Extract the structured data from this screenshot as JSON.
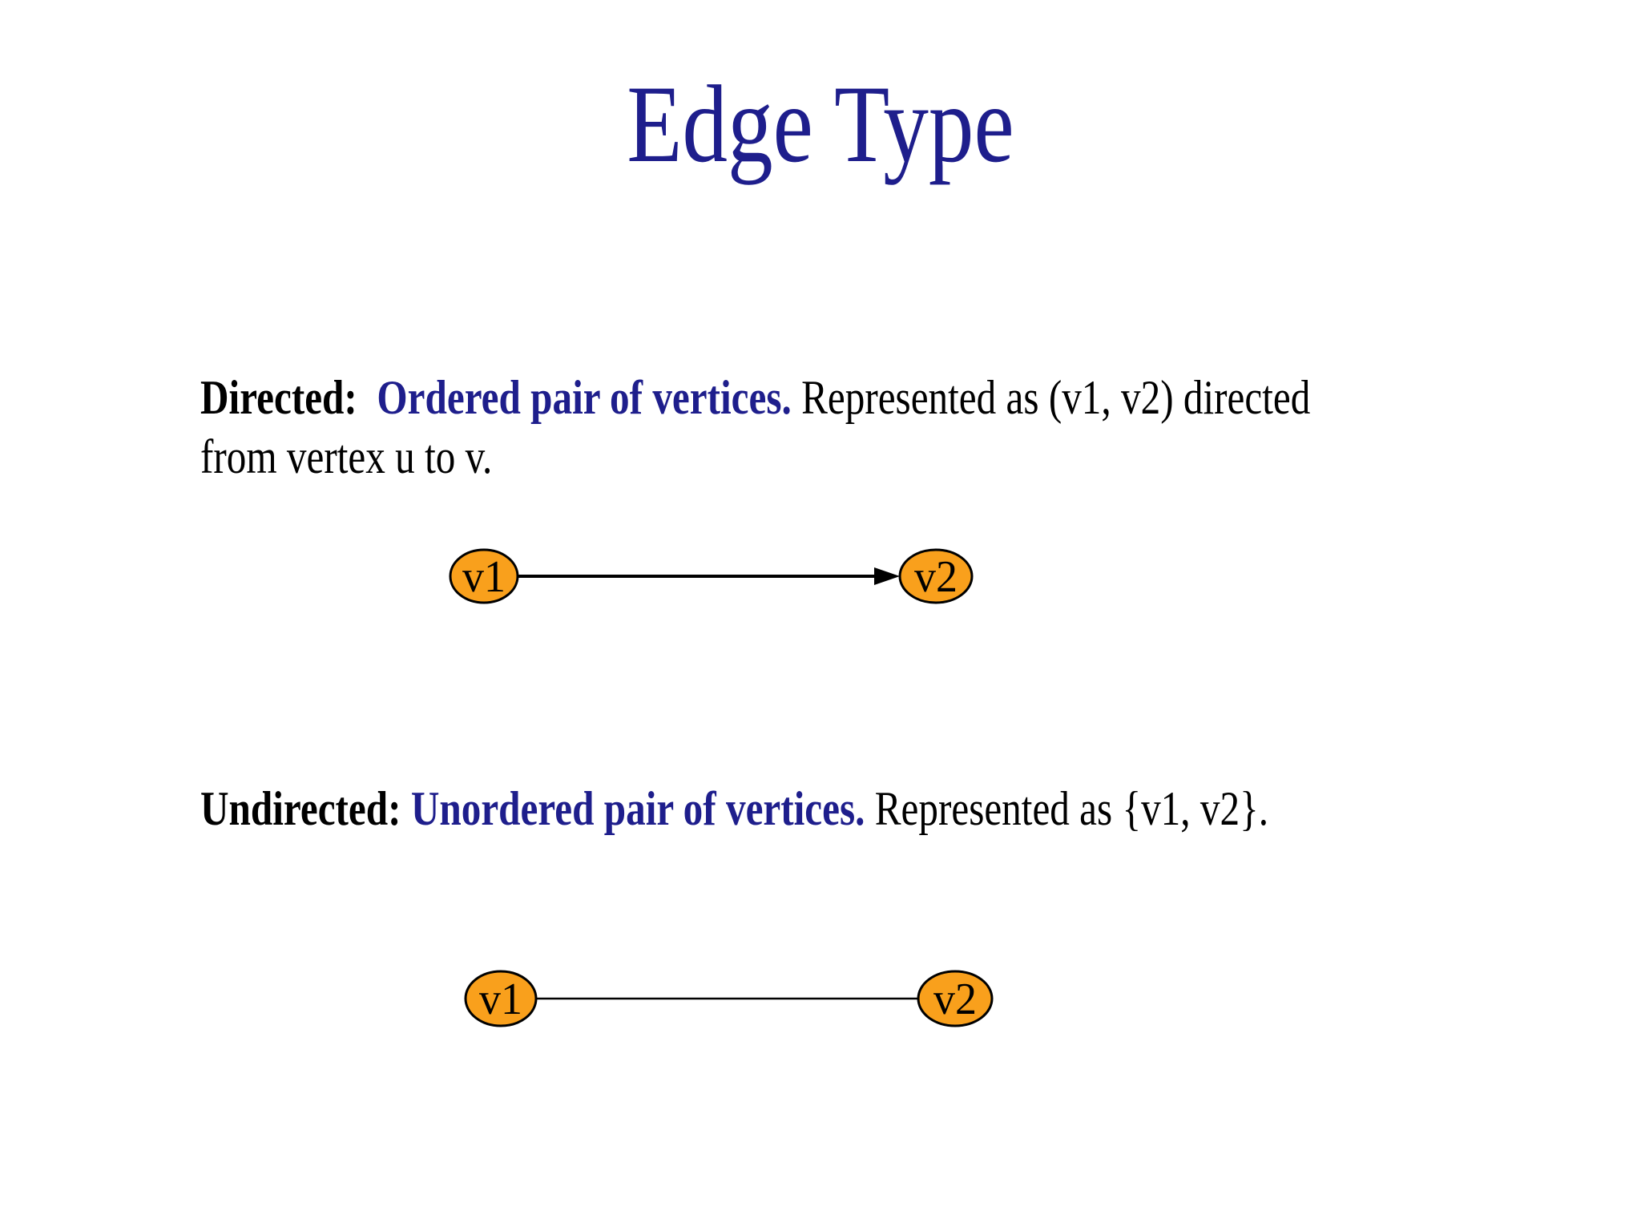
{
  "title": "Edge Type",
  "colors": {
    "title_navy": "#1E1E8C",
    "highlight_navy": "#1E1E8C",
    "body_text": "#000000",
    "node_fill": "#F9A01C",
    "node_stroke": "#000000",
    "edge": "#000000",
    "background": "#FFFFFF"
  },
  "paragraphs": {
    "directed": {
      "label": "Directed:  ",
      "highlight": "Ordered pair of vertices.",
      "rest": " Represented as (v1, v2) directed\nfrom vertex u to v."
    },
    "undirected": {
      "label": "Undirected: ",
      "highlight": "Unordered pair of vertices.",
      "rest": " Represented as {v1, v2}."
    }
  },
  "diagrams": {
    "directed": {
      "type": "directed-edge",
      "node1": "v1",
      "node2": "v2"
    },
    "undirected": {
      "type": "undirected-edge",
      "node1": "v1",
      "node2": "v2"
    }
  }
}
